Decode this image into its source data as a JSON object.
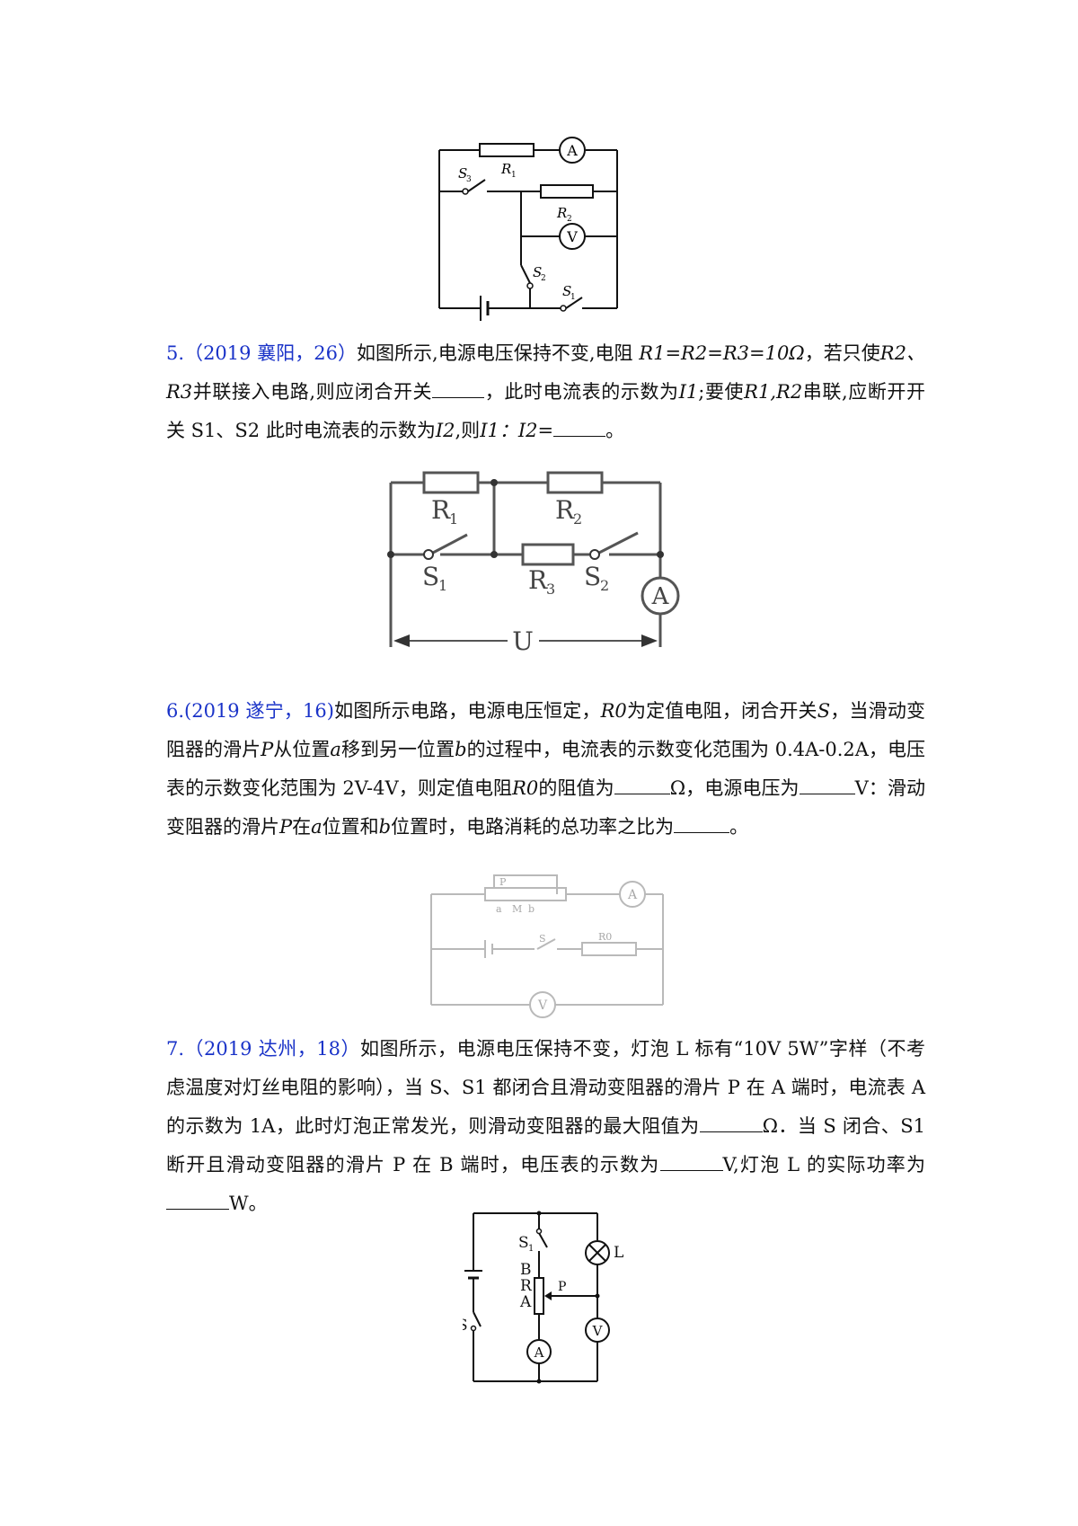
{
  "fig1": {
    "ammeter": "A",
    "voltmeter": "V",
    "r1": "R",
    "r1_sub": "1",
    "r2": "R",
    "r2_sub": "2",
    "s1": "S",
    "s1_sub": "1",
    "s2": "S",
    "s2_sub": "2",
    "s3": "S",
    "s3_sub": "3"
  },
  "q5": {
    "source": "5.（2019 襄阳，26）",
    "t1": "如图所示,电源电压保持不变,电阻",
    "eq": "R1=R2=R3=10Ω",
    "t2": "，若只使",
    "r2r3": "R2、R3",
    "t3": "并联接入电路,则应闭合开关",
    "t4": "，此时电流表的示数为",
    "i1": "I1",
    "t5": ";要使",
    "r1r2": "R1,R2",
    "t6": "串联,应断开开关 S1、S2 此时电流表的示数为",
    "i2": "I2",
    "t7": ",则",
    "ratio": "I1：I2=",
    "t8": "。"
  },
  "fig2": {
    "r1": "R",
    "r1_sub": "1",
    "r2": "R",
    "r2_sub": "2",
    "r3": "R",
    "r3_sub": "3",
    "s1": "S",
    "s1_sub": "1",
    "s2": "S",
    "s2_sub": "2",
    "ammeter": "A",
    "u": "U"
  },
  "q6": {
    "source": "6.(2019 遂宁，16)",
    "t1": "如图所示电路，电源电压恒定，",
    "r0": "R0",
    "t2": "为定值电阻，闭合开关",
    "s": "S",
    "t3": "，当滑动变阻器的滑片",
    "p": "P",
    "t4": "从位置",
    "a": "a",
    "t5": "移到另一位置",
    "b": "b",
    "t6": "的过程中，电流表的示数变化范围为 0.4A-0.2A，电压表的示数变化范围为 2V-4V，则定值电阻",
    "r0b": "R0",
    "t7": "的阻值为",
    "t8": "Ω，电源电压为",
    "t9": "V：滑动变阻器的滑片",
    "p2": "P",
    "t10": "在",
    "a2": "a",
    "t11": "位置和",
    "b2": "b",
    "t12": "位置时，电路消耗的总功率之比为",
    "t13": "。"
  },
  "fig3": {
    "p": "P",
    "a": "a",
    "m": "M",
    "b": "b",
    "s": "S",
    "r0": "R0",
    "ammeter": "A",
    "voltmeter": "V"
  },
  "q7": {
    "source": "7.（2019 达州，18）",
    "t1": "如图所示，电源电压保持不变，灯泡 L 标有“10V 5W”字样（不考虑温度对灯丝电阻的影响），当 S、S1 都闭合且滑动变阻器的滑片 P 在 A 端时，电流表 A 的示数为 1A，此时灯泡正常发光，则滑动变阻器的最大阻值为",
    "t2": "Ω．当 S 闭合、S1 断开且滑动变阻器的滑片 P 在 B 端时，电压表的示数为",
    "t3": "V,灯泡 L 的实际功率为",
    "t4": "W。"
  },
  "fig4": {
    "s1": "S",
    "s1_sub": "1",
    "b": "B",
    "r": "R",
    "a": "A",
    "p": "P",
    "l": "L",
    "s": "S",
    "ammeter": "A",
    "voltmeter": "V"
  }
}
